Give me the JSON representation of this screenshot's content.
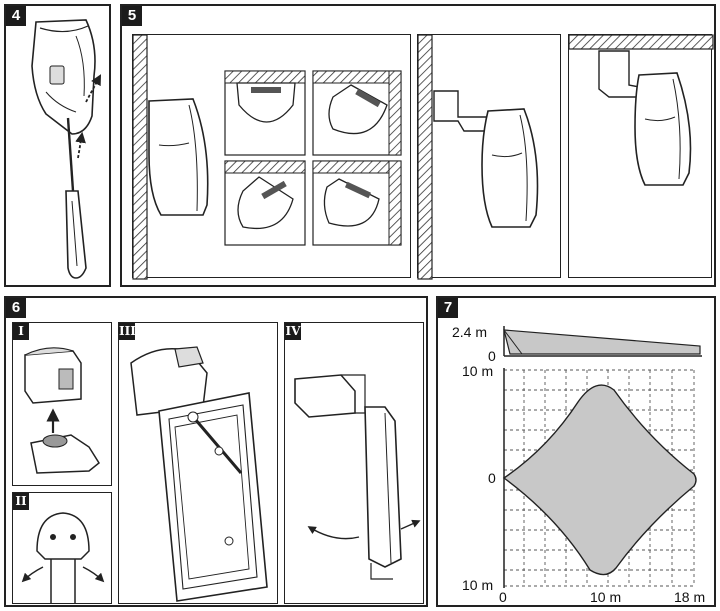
{
  "panels": {
    "p4": "4",
    "p5": "5",
    "p6": "6",
    "p7": "7"
  },
  "subpanels": {
    "s1": "I",
    "s2": "II",
    "s3": "III",
    "s4": "IV"
  },
  "coverage": {
    "height_label": "2.4 m",
    "side_zero": "0",
    "top_y": "10 m",
    "mid_y": "0",
    "bottom_y": "10 m",
    "x_zero": "0",
    "x_mid": "10 m",
    "x_max": "18 m"
  },
  "colors": {
    "line": "#222222",
    "fill_gray": "#c8c8c8",
    "hatch": "#555555",
    "tag_bg": "#1c1c1c"
  }
}
